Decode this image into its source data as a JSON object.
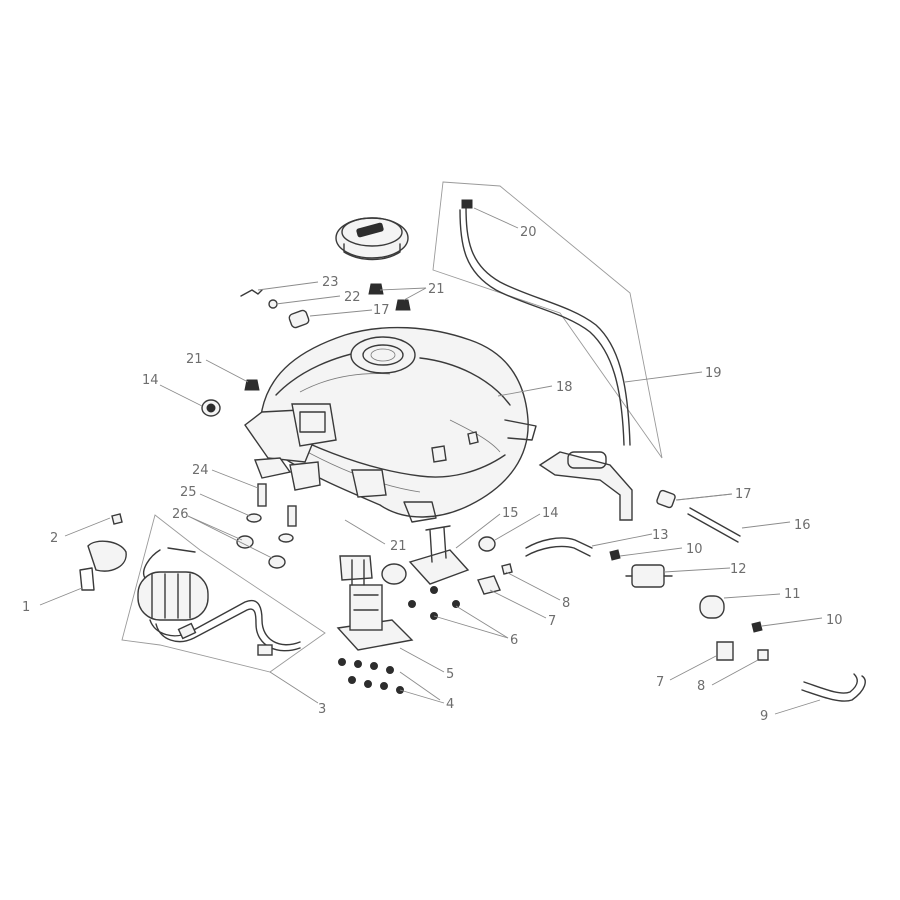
{
  "callouts": [
    {
      "id": "c1",
      "label": "1"
    },
    {
      "id": "c2",
      "label": "2"
    },
    {
      "id": "c3",
      "label": "3"
    },
    {
      "id": "c4",
      "label": "4"
    },
    {
      "id": "c5",
      "label": "5"
    },
    {
      "id": "c6",
      "label": "6"
    },
    {
      "id": "c7a",
      "label": "7"
    },
    {
      "id": "c7b",
      "label": "7"
    },
    {
      "id": "c8a",
      "label": "8"
    },
    {
      "id": "c8b",
      "label": "8"
    },
    {
      "id": "c9",
      "label": "9"
    },
    {
      "id": "c10a",
      "label": "10"
    },
    {
      "id": "c10b",
      "label": "10"
    },
    {
      "id": "c11",
      "label": "11"
    },
    {
      "id": "c12",
      "label": "12"
    },
    {
      "id": "c13",
      "label": "13"
    },
    {
      "id": "c14a",
      "label": "14"
    },
    {
      "id": "c14b",
      "label": "14"
    },
    {
      "id": "c15",
      "label": "15"
    },
    {
      "id": "c16",
      "label": "16"
    },
    {
      "id": "c17a",
      "label": "17"
    },
    {
      "id": "c17b",
      "label": "17"
    },
    {
      "id": "c18",
      "label": "18"
    },
    {
      "id": "c19",
      "label": "19"
    },
    {
      "id": "c20",
      "label": "20"
    },
    {
      "id": "c21a",
      "label": "21"
    },
    {
      "id": "c21b",
      "label": "21"
    },
    {
      "id": "c21c",
      "label": "21"
    },
    {
      "id": "c22",
      "label": "22"
    },
    {
      "id": "c23",
      "label": "23"
    },
    {
      "id": "c24",
      "label": "24"
    },
    {
      "id": "c25",
      "label": "25"
    },
    {
      "id": "c26",
      "label": "26"
    }
  ]
}
